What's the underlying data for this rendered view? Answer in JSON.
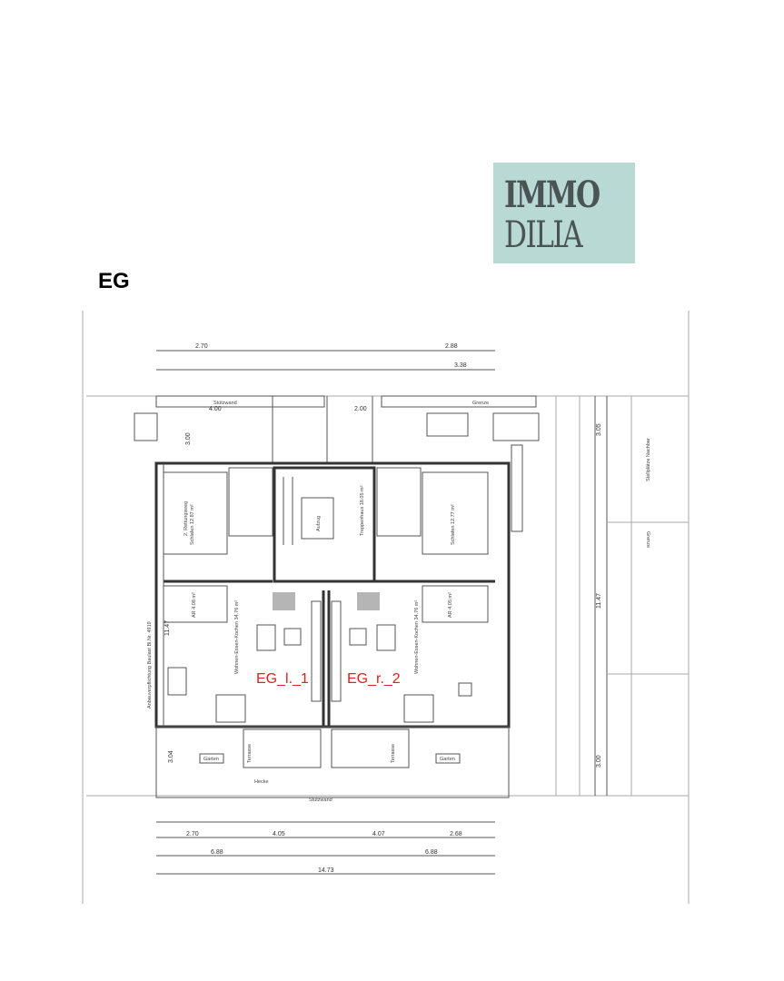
{
  "page": {
    "title": "EG"
  },
  "logo": {
    "line1": "IMMO",
    "line2": "DILIA",
    "bg_color": "#b9d9d5",
    "text_color": "#4b5454"
  },
  "plan": {
    "units": [
      {
        "label": "EG_l._1",
        "color": "#e0201a"
      },
      {
        "label": "EG_r._2",
        "color": "#e0201a"
      }
    ],
    "rooms": {
      "left_living": "Wohnen-Essen-Kochen 34.76 m²",
      "right_living": "Wohnen-Essen-Kochen 34.76 m²",
      "left_bed": "Schlafen 12.87 m²",
      "right_bed": "Schlafen 12.77 m²",
      "left_ar": "AR 4.08 m²",
      "right_ar": "AR 4.05 m²",
      "stairs": "Treppenhaus 18.05 m²",
      "lift": "Aufzug",
      "left_garden": "Garten",
      "right_garden": "Garten",
      "left_terrace": "Terrasse",
      "right_terrace": "Terrasse",
      "neighbour_parking": "Stellplätze Nachbar",
      "boundary": "Grenze",
      "retaining_wall": "Stützwand",
      "hedge": "Hecke",
      "rescue_route": "2. Rettungsweg",
      "setback": "Anbauverpflichtung Baulast Bl.Nr. 4919"
    },
    "dimensions": {
      "total_width": "14.73",
      "half_width_left": "6.88",
      "half_width_right": "6.88",
      "depth_left": "11.47",
      "depth_right": "11.47",
      "top_right": "3.05",
      "bottom_right": "3.00",
      "terrace_left": "3.04",
      "top_left": "3.00",
      "top_center": "2.00",
      "top_a": "2.70",
      "top_b": "2.88",
      "top_c": "3.38",
      "top_d": "4.00",
      "bottom_a": "2.70",
      "bottom_b": "2.68",
      "bottom_c": "4.05",
      "bottom_d": "4.07"
    }
  }
}
